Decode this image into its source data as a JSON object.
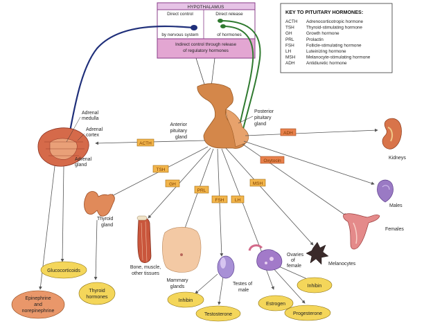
{
  "hypothalamus": {
    "title": "HYPOTHALAMUS",
    "direct_control": "Direct control",
    "by_nervous_system": "by nervous system",
    "direct_release": "Direct release",
    "of_hormones": "of hormones",
    "indirect_line1": "Indirect control through release",
    "indirect_line2": "of regulatory hormones"
  },
  "key": {
    "title": "KEY TO PITUITARY HORMONES:",
    "items": [
      {
        "abbr": "ACTH",
        "name": "Adrenocorticotropic hormone"
      },
      {
        "abbr": "TSH",
        "name": "Thyroid-stimulating hormone"
      },
      {
        "abbr": "GH",
        "name": "Growth hormone"
      },
      {
        "abbr": "PRL",
        "name": "Prolactin"
      },
      {
        "abbr": "FSH",
        "name": "Follicle-stimulating hormone"
      },
      {
        "abbr": "LH",
        "name": "Luteinizing hormone"
      },
      {
        "abbr": "MSH",
        "name": "Melanocyte-stimulating hormone"
      },
      {
        "abbr": "ADH",
        "name": "Antidiuretic hormone"
      }
    ]
  },
  "labels": {
    "adrenal_medulla_1": "Adrenal",
    "adrenal_medulla_2": "medulla",
    "adrenal_cortex_1": "Adrenal",
    "adrenal_cortex_2": "cortex",
    "adrenal_gland_1": "Adrenal",
    "adrenal_gland_2": "gland",
    "anterior_1": "Anterior",
    "anterior_2": "pituitary",
    "anterior_3": "gland",
    "posterior_1": "Posterior",
    "posterior_2": "pituitary",
    "posterior_3": "gland",
    "kidneys": "Kidneys",
    "males": "Males",
    "females": "Females",
    "thyroid_1": "Thyroid",
    "thyroid_2": "gland",
    "bone_1": "Bone, muscle,",
    "bone_2": "other tissues",
    "mammary_1": "Mammary",
    "mammary_2": "glands",
    "testes_1": "Testes of",
    "testes_2": "male",
    "ovaries_1": "Ovaries",
    "ovaries_2": "of",
    "ovaries_3": "female",
    "melanocytes": "Melanocytes"
  },
  "hormone_tags": {
    "acth": "ACTH",
    "adh": "ADH",
    "tsh": "TSH",
    "gh": "GH",
    "prl": "PRL",
    "fsh": "FSH",
    "lh": "LH",
    "msh": "MSH",
    "oxytocin": "Oxytocin"
  },
  "products": {
    "glucocorticoids": "Glucocorticoids",
    "thyroid_1": "Thyroid",
    "thyroid_2": "hormones",
    "epi_1": "Epinephrine",
    "epi_2": "and",
    "epi_3": "norepinephrine",
    "inhibin_male": "Inhibin",
    "testosterone": "Testosterone",
    "estrogen": "Estrogen",
    "progesterone": "Progesterone",
    "inhibin_female": "Inhibin"
  },
  "colors": {
    "box_border": "#8a3c8a",
    "box_header": "#e6c4e6",
    "box_indirect": "#e3a6d2",
    "tag_fill": "#f2b54b",
    "tag_fill_orange": "#e8814c",
    "oval_yellow": "#f4d65a",
    "oval_orange": "#e9976a",
    "nerve_blue": "#1f2f7a",
    "nerve_green": "#2f7a2f",
    "pituitary": "#d4874a",
    "arrow": "#555555"
  }
}
